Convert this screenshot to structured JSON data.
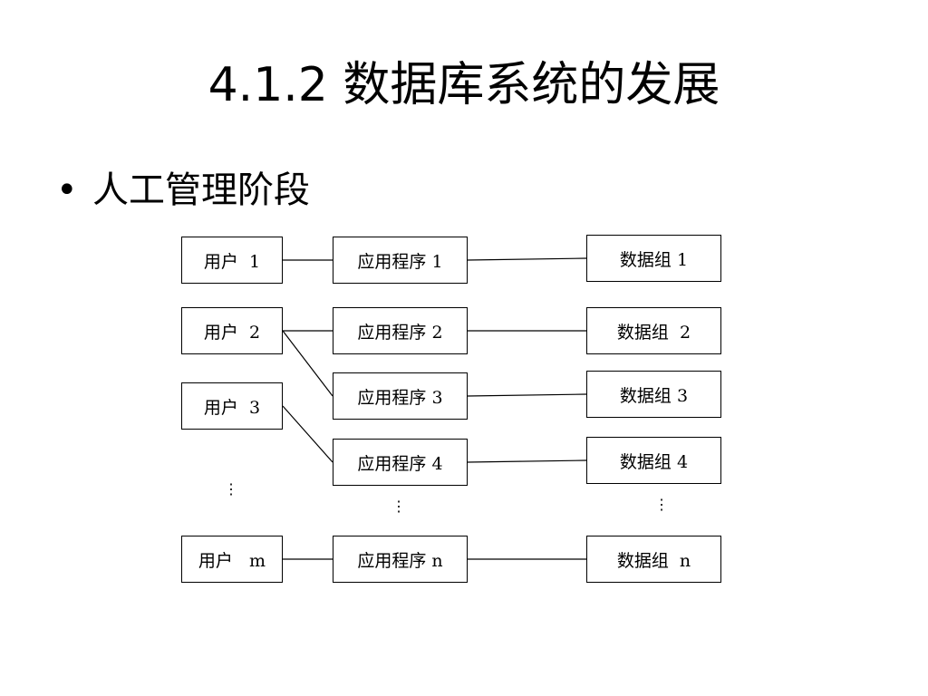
{
  "slide": {
    "title": "4.1.2 数据库系统的发展",
    "bullet": "人工管理阶段"
  },
  "diagram": {
    "users": [
      "用户  1",
      "用户  2",
      "用户  3",
      "用户   m"
    ],
    "programs": [
      "应用程序 1",
      "应用程序 2",
      "应用程序 3",
      "应用程序 4",
      "应用程序 n"
    ],
    "data_groups": [
      "数据组 1",
      "数据组  2",
      "数据组 3",
      "数据组 4",
      "数据组  n"
    ],
    "ellipsis": "⋮",
    "connections": [
      {
        "from": "用户 1",
        "to": "应用程序 1"
      },
      {
        "from": "用户 2",
        "to": "应用程序 2"
      },
      {
        "from": "用户 2",
        "to": "应用程序 3"
      },
      {
        "from": "用户 3",
        "to": "应用程序 4"
      },
      {
        "from": "用户 m",
        "to": "应用程序 n"
      },
      {
        "from": "应用程序 1",
        "to": "数据组 1"
      },
      {
        "from": "应用程序 2",
        "to": "数据组 2"
      },
      {
        "from": "应用程序 3",
        "to": "数据组 3"
      },
      {
        "from": "应用程序 4",
        "to": "数据组 4"
      },
      {
        "from": "应用程序 n",
        "to": "数据组 n"
      }
    ]
  },
  "colors": {
    "line": "#000000",
    "background": "#ffffff"
  }
}
